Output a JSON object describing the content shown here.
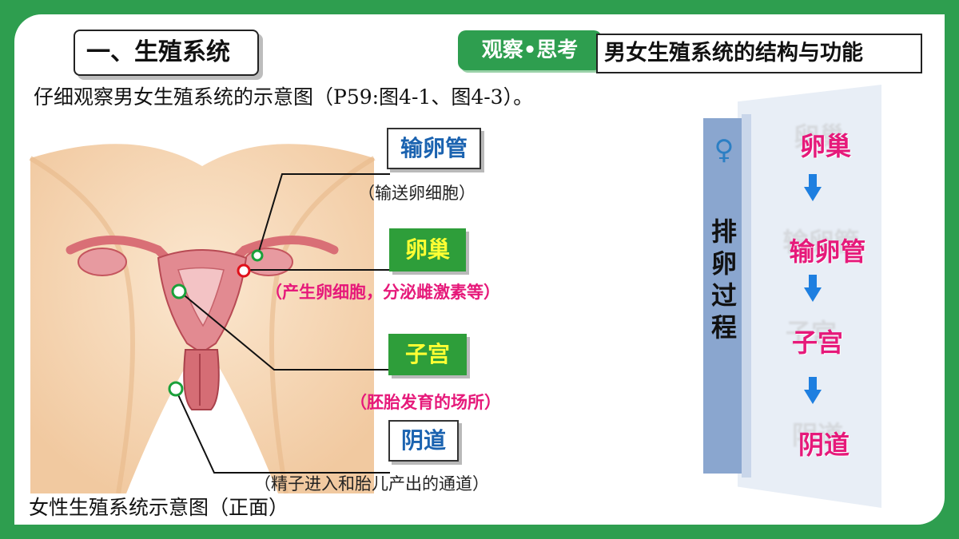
{
  "header": {
    "section_title": "一、生殖系统",
    "observe_tag": "观察•思考",
    "topic": "男女生殖系统的结构与功能"
  },
  "instruction": "仔细观察男女生殖系统的示意图（P59:图4-1、图4-3）。",
  "diagram": {
    "caption": "女性生殖系统示意图（正面）",
    "labels": [
      {
        "name": "输卵管",
        "desc": "（输送卵细胞）"
      },
      {
        "name": "卵巢",
        "desc": "（产生卵细胞，分泌雌激素等）"
      },
      {
        "name": "子宫",
        "desc": "（胚胎发育的场所）"
      },
      {
        "name": "阴道",
        "desc": "（精子进入和胎儿产出的通道）"
      }
    ]
  },
  "side_panel": {
    "symbol": "♀",
    "title": "排卵过程",
    "steps": [
      "卵巢",
      "输卵管",
      "子宫",
      "阴道"
    ]
  },
  "colors": {
    "background_green": "#2e9e4f",
    "label_blue": "#1b63b0",
    "label_yellow": "#ffff33",
    "highlight_pink": "#e6197a",
    "arrow_blue": "#1e7fe0"
  }
}
